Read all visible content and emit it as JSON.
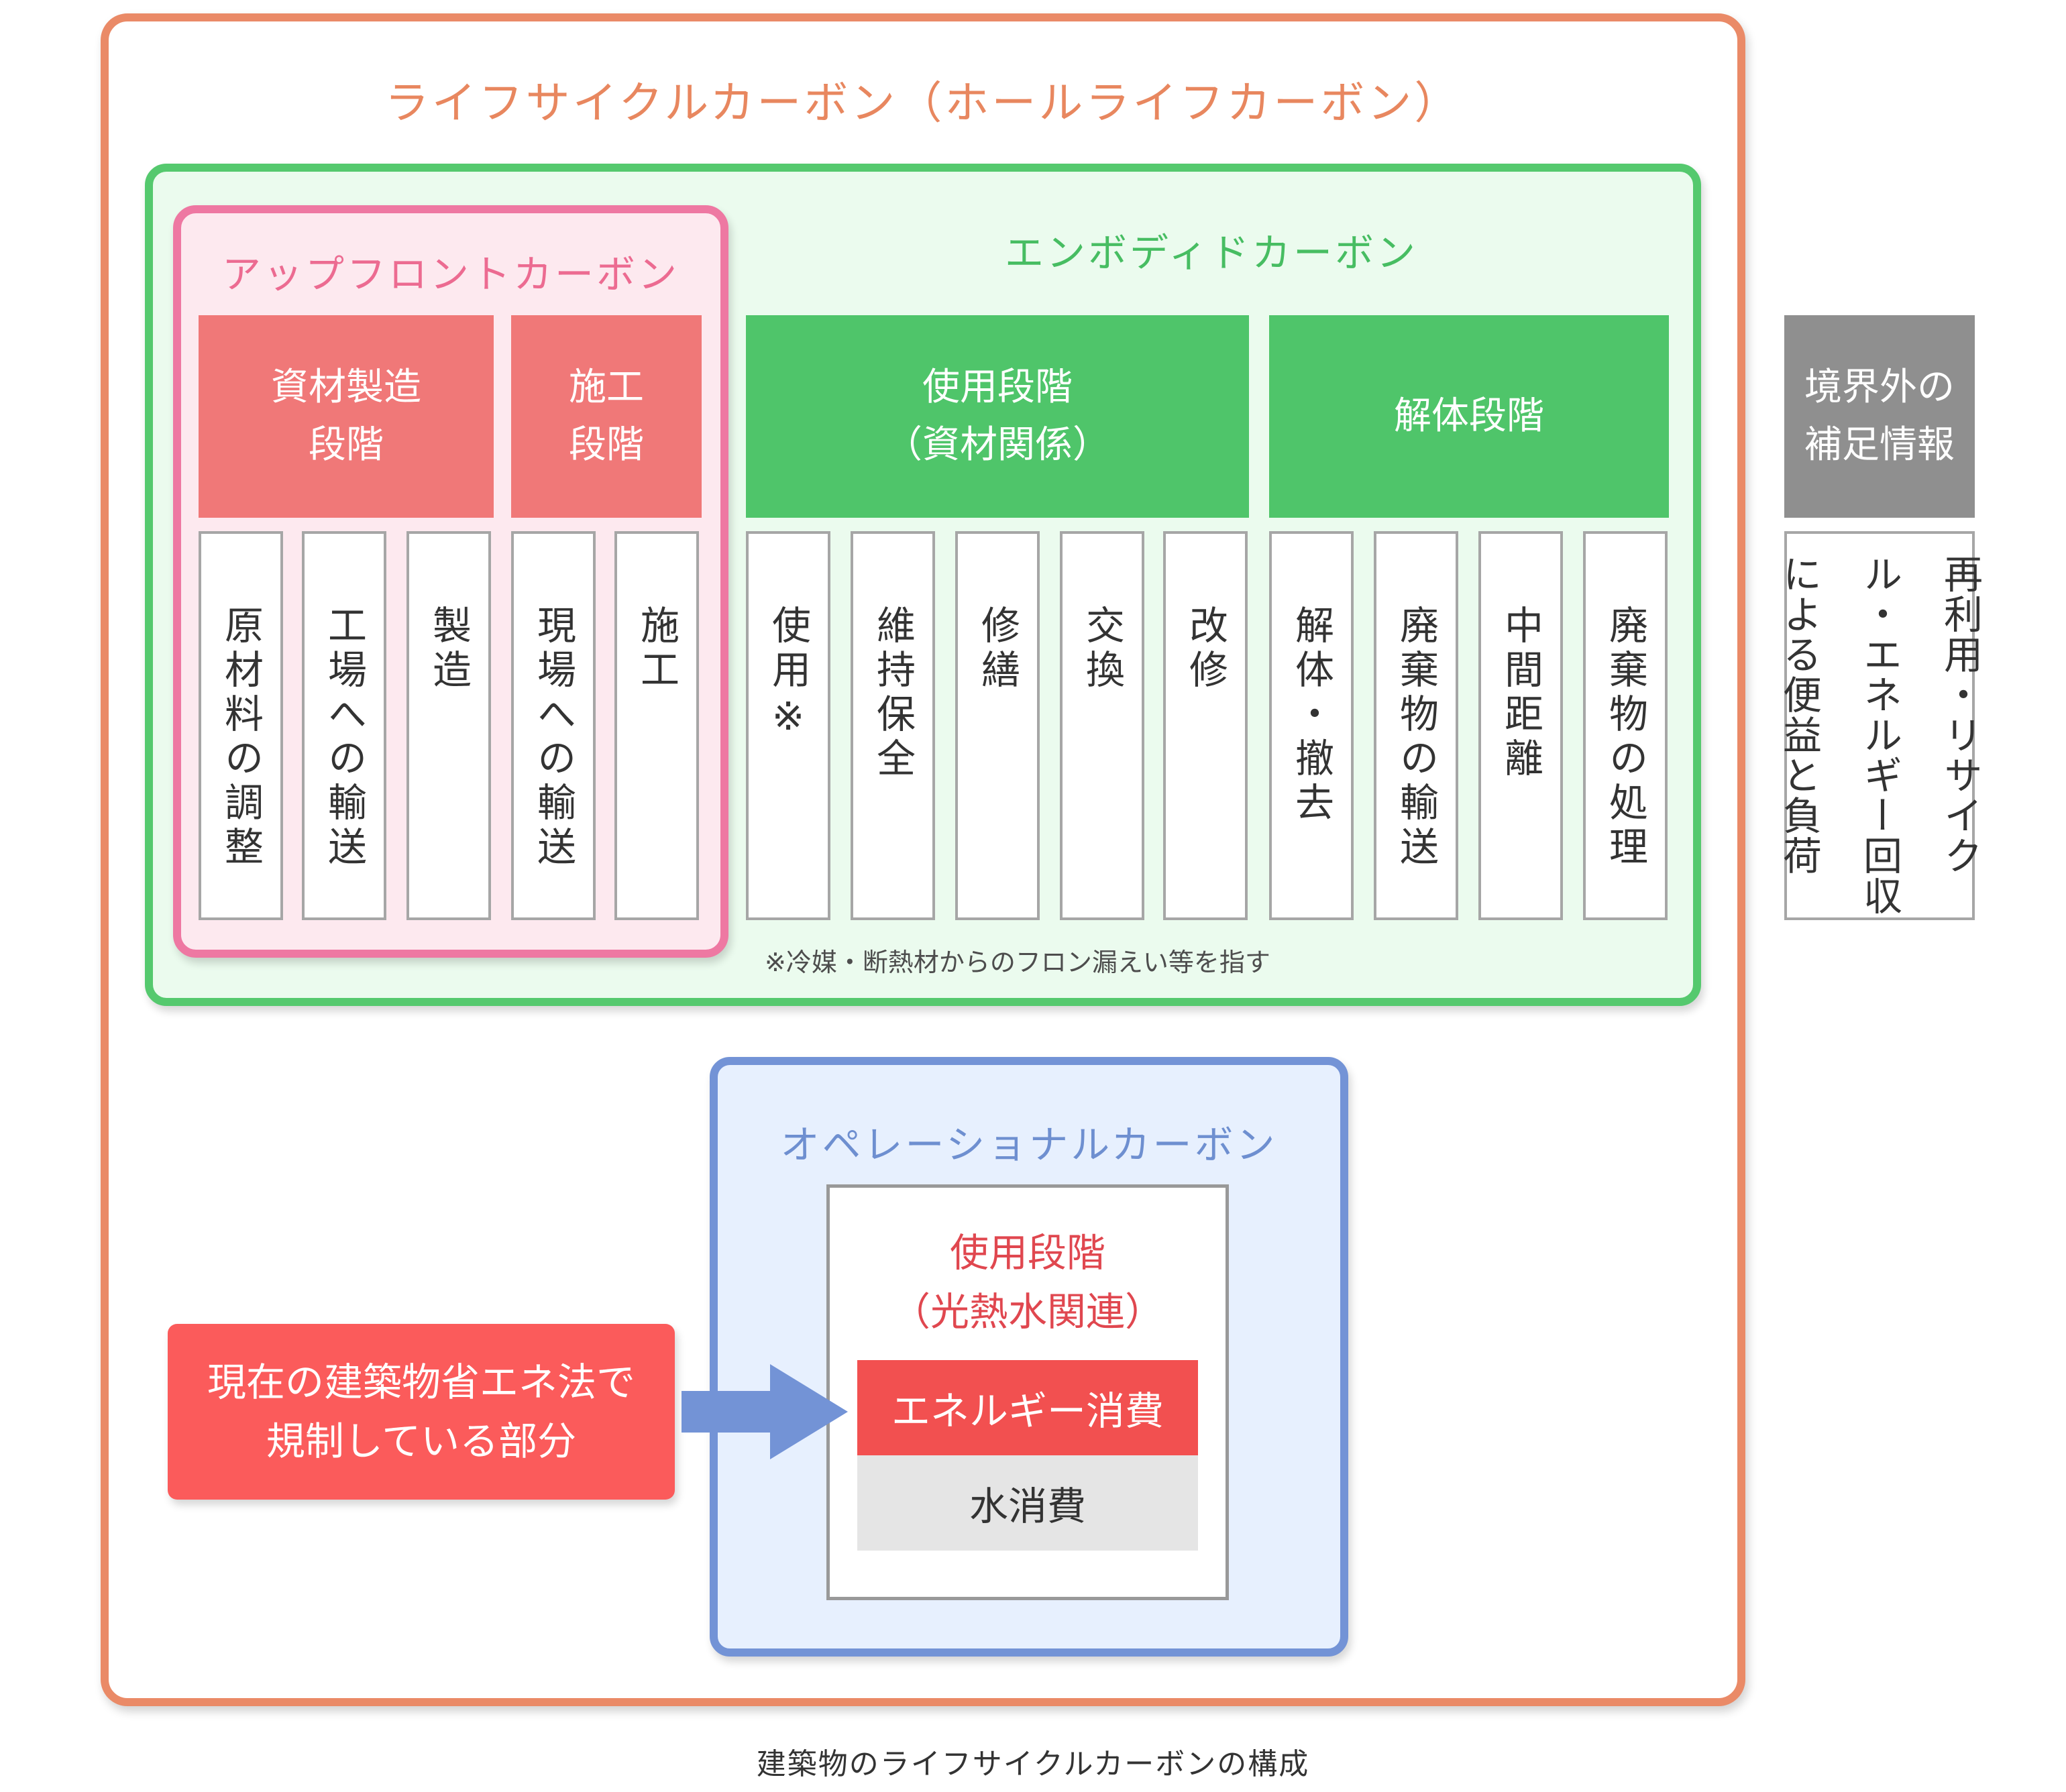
{
  "lifecycle": {
    "title": "ライフサイクルカーボン（ホールライフカーボン）"
  },
  "embodied": {
    "title": "エンボディドカーボン"
  },
  "upfront": {
    "title": "アップフロントカーボン"
  },
  "stages": {
    "materials": "資材製造\n段階",
    "construction": "施工\n段階",
    "use_materials": "使用段階\n（資材関係）",
    "demolition": "解体段階",
    "external": "境界外の\n補足情報"
  },
  "items": {
    "materials": [
      "原材料の調整",
      "工場への輸送",
      "製造"
    ],
    "construction": [
      "現場への輸送",
      "施工"
    ],
    "use_materials": [
      "使用※",
      "維持保全",
      "修繕",
      "交換",
      "改修"
    ],
    "demolition": [
      "解体・撤去",
      "廃棄物の輸送",
      "中間距離",
      "廃棄物の処理"
    ],
    "external": "再利用・リサイクル・エネルギー回収による便益と負荷"
  },
  "footnote": "※冷媒・断熱材からのフロン漏えい等を指す",
  "operational": {
    "title": "オペレーショナルカーボン",
    "stage": "使用段階\n（光熱水関連）",
    "energy": "エネルギー消費",
    "water": "水消費"
  },
  "regulation": "現在の建築物省エネ法で\n規制している部分",
  "caption": "建築物のライフサイクルカーボンの構成",
  "colors": {
    "lifecycle": "#ea8a67",
    "embodied": "#55c96e",
    "upfront": "#ee78a2",
    "operational": "#7393d6",
    "stage_pink": "#f07878",
    "stage_green": "#4fc56a",
    "stage_gray": "#8f8f8f",
    "regulation": "#fb5b5b",
    "arrow": "#7393d6"
  }
}
